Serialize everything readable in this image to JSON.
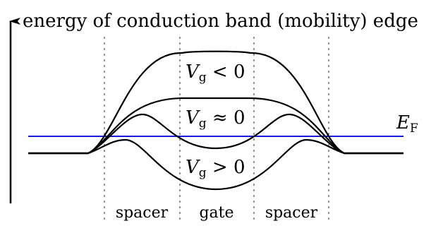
{
  "title": "energy of conduction band (mobility) edge",
  "fermi_level": {
    "symbol": "E",
    "subscript": "F",
    "color": "#1a1adb"
  },
  "curve_labels": [
    {
      "var": "V",
      "sub": "g",
      "rel": " < 0"
    },
    {
      "var": "V",
      "sub": "g",
      "rel": " ≈ 0"
    },
    {
      "var": "V",
      "sub": "g",
      "rel": " > 0"
    }
  ],
  "regions": [
    "spacer",
    "gate",
    "spacer"
  ],
  "colors": {
    "curves": "#000000",
    "dividers": "#7a7a7a",
    "fermi": "#1a1adb"
  }
}
